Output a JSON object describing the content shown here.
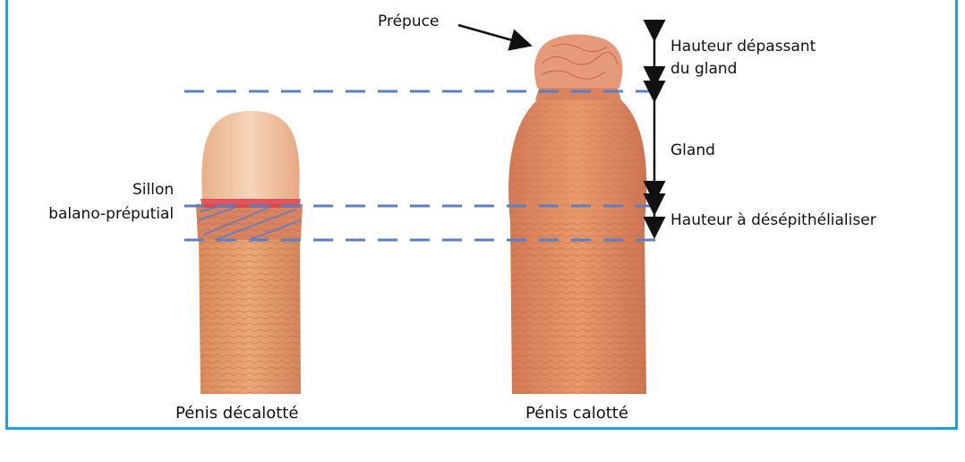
{
  "labels": {
    "prepuce": "Prépuce",
    "hauteur_depassant_line1": "Hauteur dépassant",
    "hauteur_depassant_line2": "du gland",
    "gland": "Gland",
    "hauteur_desepithelialiser": "Hauteur à désépithélialiser",
    "sillon_line1": "Sillon",
    "sillon_line2": "balano-préputial"
  },
  "captions": {
    "left": "Pénis décalotté",
    "right": "Pénis calotté"
  },
  "colors": {
    "frame_border": "#1ea1e3",
    "dashed_guide": "#5b7fc4",
    "skin": "#e39a6b",
    "skin_dark": "#c8694a",
    "glans": "#f3c6a5",
    "sulcus_red": "#d9444a"
  }
}
